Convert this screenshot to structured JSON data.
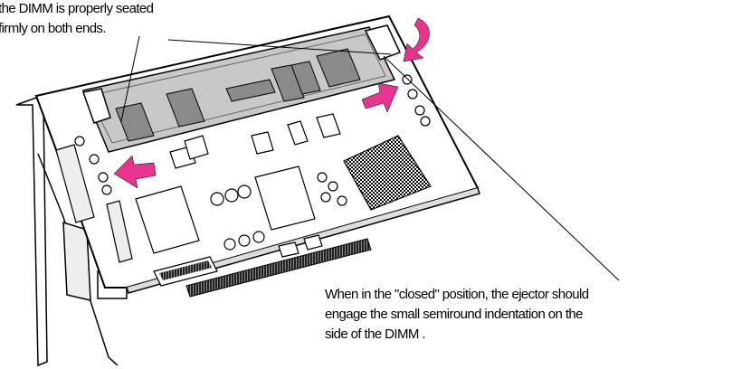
{
  "captions": {
    "top_line_1": "the DIMM is properly seated",
    "top_line_2": "firmly on both ends.",
    "bottom_line_1": "When in the \"closed\" position, the ejector should",
    "bottom_line_2": "engage the small semiround indentation on the",
    "bottom_line_3": "side of the DIMM ."
  },
  "colors": {
    "arrow": "#e8338f",
    "dimm": "#c8c8c8",
    "chip": "#8a8a8a",
    "outline": "#000000"
  }
}
